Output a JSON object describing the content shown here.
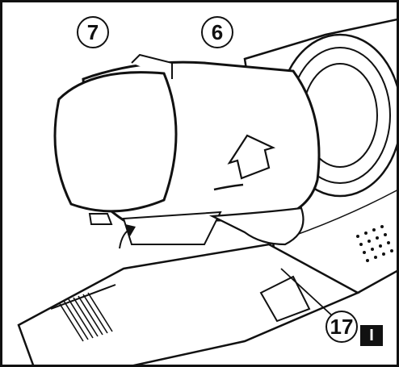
{
  "diagram": {
    "callouts": [
      {
        "id": "c7",
        "label": "7"
      },
      {
        "id": "c6",
        "label": "6"
      },
      {
        "id": "c17",
        "label": "17"
      }
    ],
    "step_badge": "I",
    "colors": {
      "line": "#111111",
      "fill": "#ffffff",
      "shade": "#d9d9d9"
    }
  }
}
